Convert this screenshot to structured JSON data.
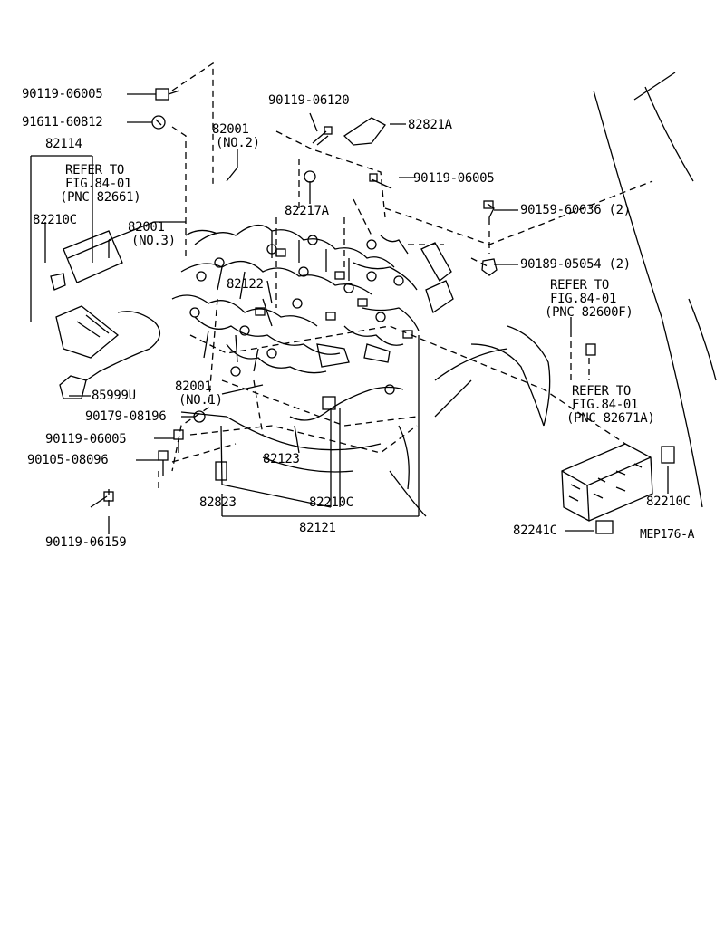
{
  "labels": {
    "p90119_06005_a": "90119-06005",
    "p91611_60812": "91611-60812",
    "p82114": "82114",
    "refer_1_l1": "REFER TO",
    "refer_1_l2": "FIG.84-01",
    "refer_1_l3": "(PNC 82661)",
    "p82210c_a": "82210C",
    "p82001_no2_a": "82001",
    "p82001_no2_b": "(NO.2)",
    "p90119_06120": "90119-06120",
    "p82821a": "82821A",
    "p90119_06005_b": "90119-06005",
    "p82217a": "82217A",
    "p90159_60036": "90159-60036 (2)",
    "p82001_no3_a": "82001",
    "p82001_no3_b": "(NO.3)",
    "p90189_05054": "90189-05054 (2)",
    "refer_2_l1": "REFER TO",
    "refer_2_l2": "FIG.84-01",
    "refer_2_l3": "(PNC 82600F)",
    "p82122": "82122",
    "p85999u": "85999U",
    "p82001_no1_a": "82001",
    "p82001_no1_b": "(NO.1)",
    "refer_3_l1": "REFER TO",
    "refer_3_l2": "FIG.84-01",
    "refer_3_l3": "(PNC 82671A)",
    "p90179_08196": "90179-08196",
    "p90119_06005_c": "90119-06005",
    "p90105_08096": "90105-08096",
    "p82123": "82123",
    "p82823": "82823",
    "p82210c_b": "82210C",
    "p82210c_c": "82210C",
    "p82121": "82121",
    "p82241c": "82241C",
    "p90119_06159": "90119-06159",
    "code": "MEP176-A"
  },
  "colors": {
    "ink": "#000000",
    "paper": "#ffffff"
  }
}
